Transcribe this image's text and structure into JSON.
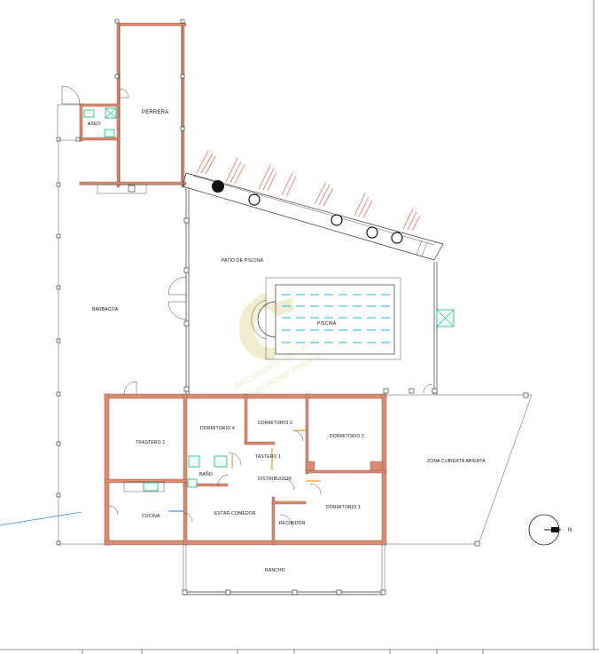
{
  "rooms": {
    "perrera": "PERRERA",
    "aseo": "ASEO",
    "patio_piscina": "PATIO DE PISCINA",
    "barbacoa": "BARBACOA",
    "piscina": "PISCINA",
    "trastero2": "TRASTERO  2",
    "dormitorio4": "DORMITORIO 4",
    "dormitorio3": "DORMITORIO 3",
    "dormitorio2": "DORMITORIO 2",
    "dormitorio1": "DORMITORIO 1",
    "trastero1": "TASTERO 1",
    "bano": "BAÑO",
    "distribuidor": "DISTRIBUIDOR",
    "cocina": "COCINA",
    "estar_comedor": "ESTAR-COMEDOR",
    "recibidor": "RECIBIDOR",
    "rancho": "RANCHO",
    "zona_cubierta": "ZONA CUBIERTA ABIERTA"
  },
  "compass": {
    "label": "N"
  },
  "watermark": {
    "line1": "DOCUMENTO SELLADO",
    "line2": "ELECTRÓNICAMENTE"
  },
  "colors": {
    "wall": "#d98c72",
    "fixture": "#1bb08a",
    "water": "#19b6e6",
    "line": "#333333"
  }
}
